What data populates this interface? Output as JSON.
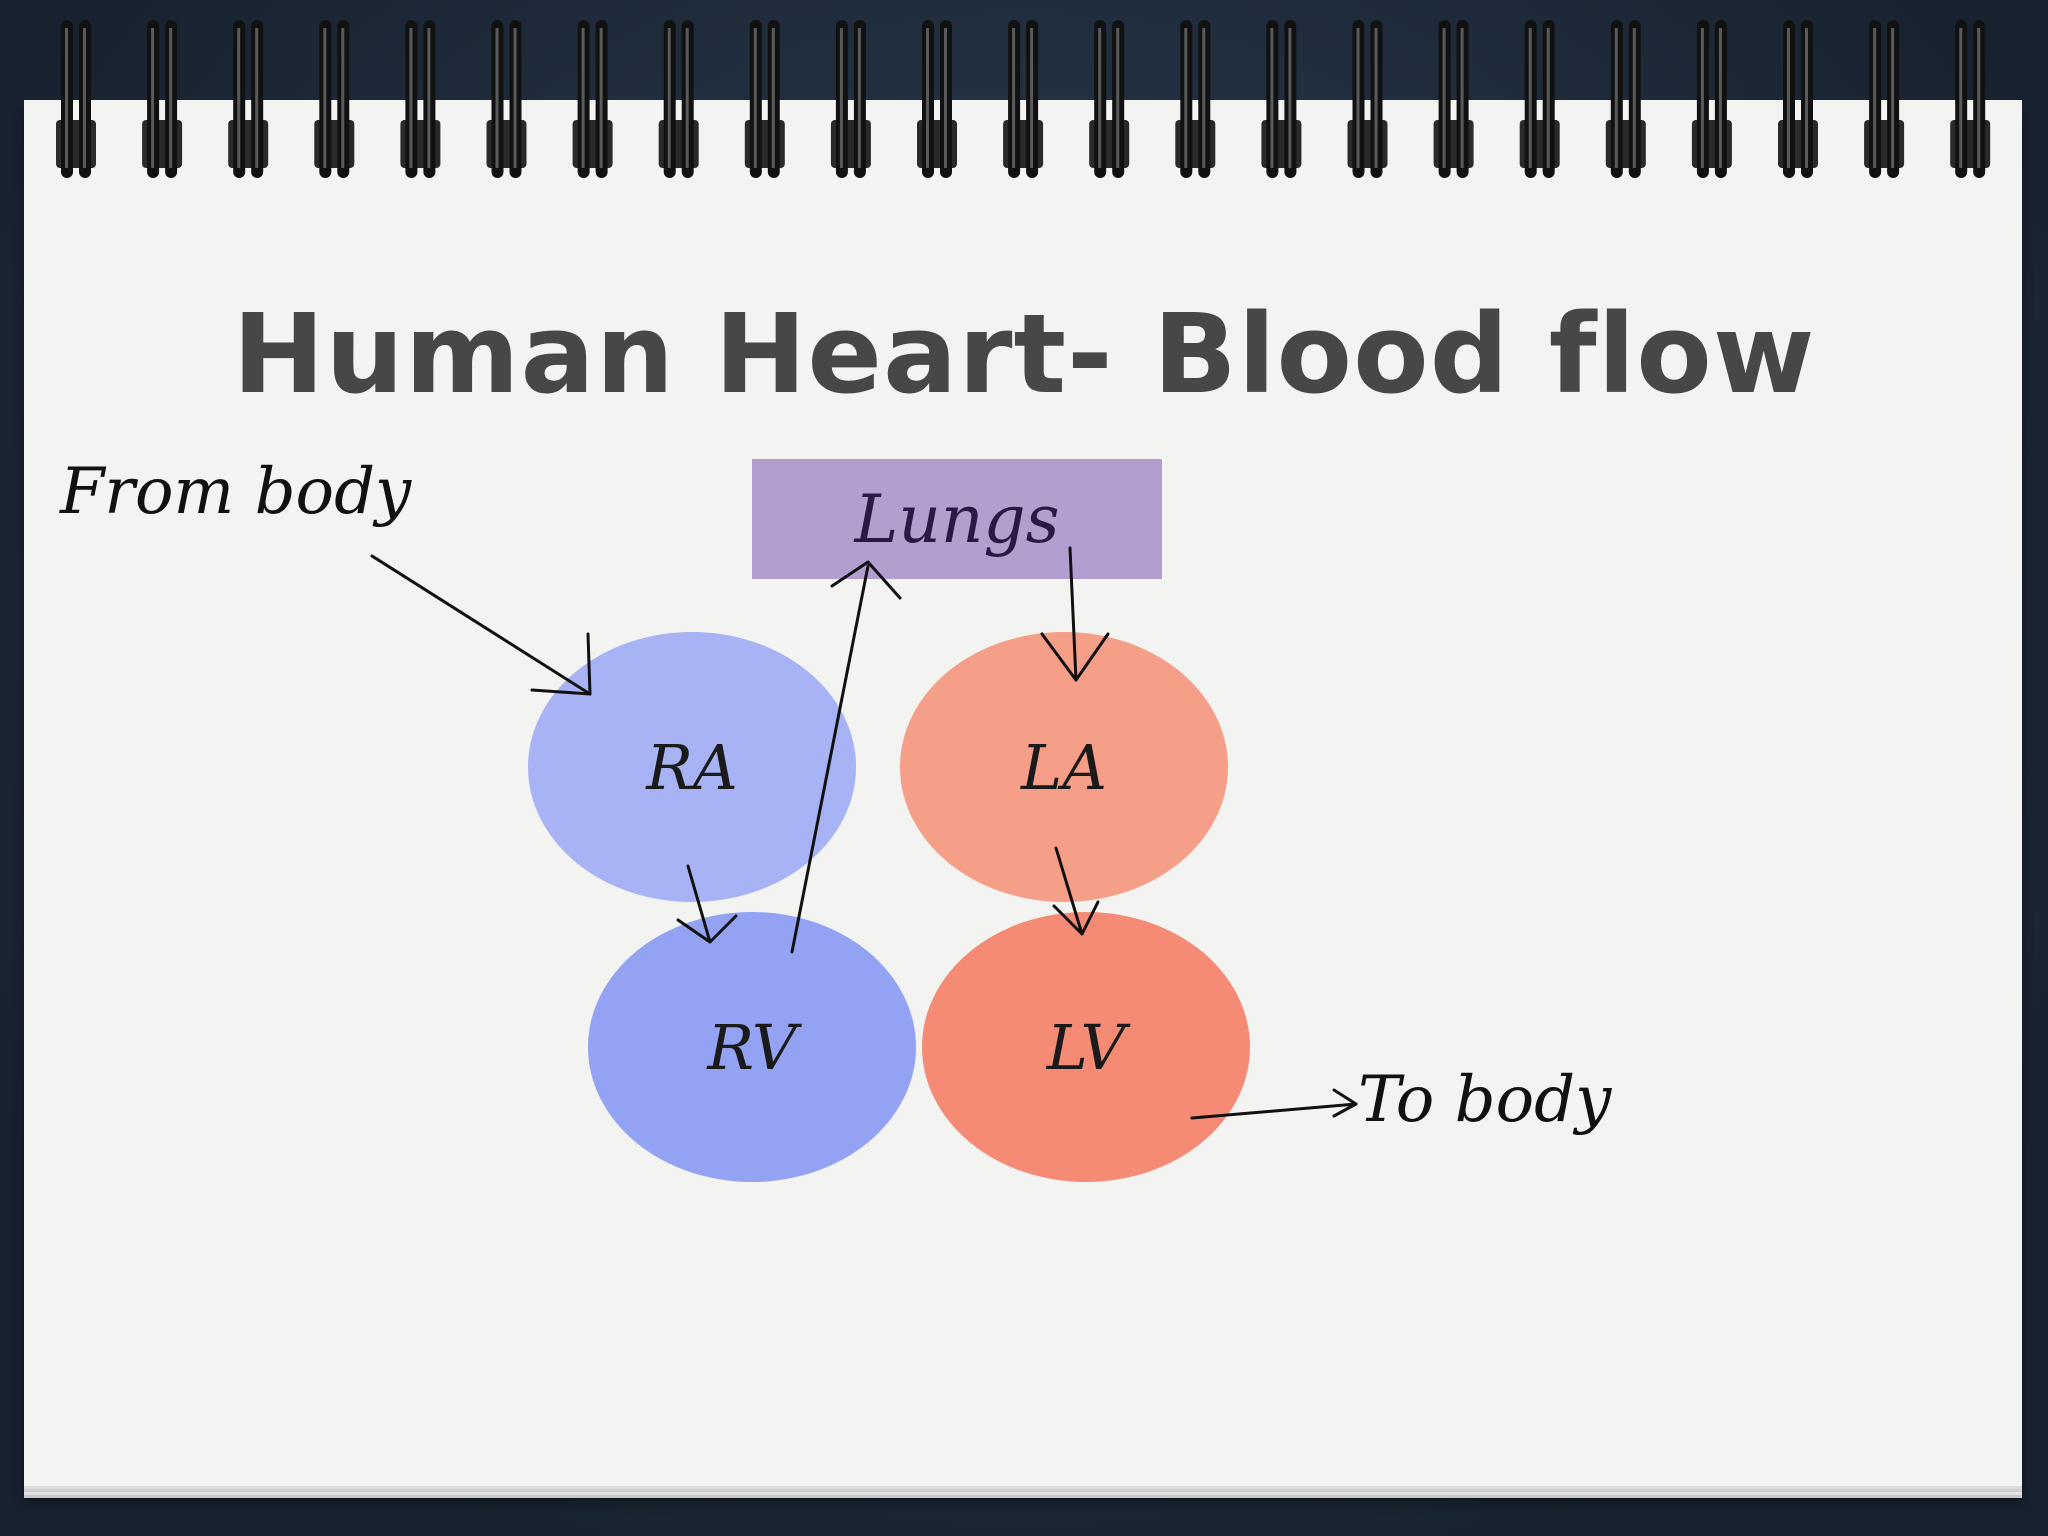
{
  "title": "Human Heart- Blood flow",
  "lungs": "Lungs",
  "chambers": {
    "ra": "RA",
    "rv": "RV",
    "la": "LA",
    "lv": "LV"
  },
  "from_body": "From body",
  "to_body": "To body",
  "colors": {
    "right_atrium": "#a7b3f4",
    "right_ventricle": "#94a2f4",
    "left_atrium": "#f59e88",
    "left_ventricle": "#f58a75",
    "lungs": "#b39fcf"
  }
}
